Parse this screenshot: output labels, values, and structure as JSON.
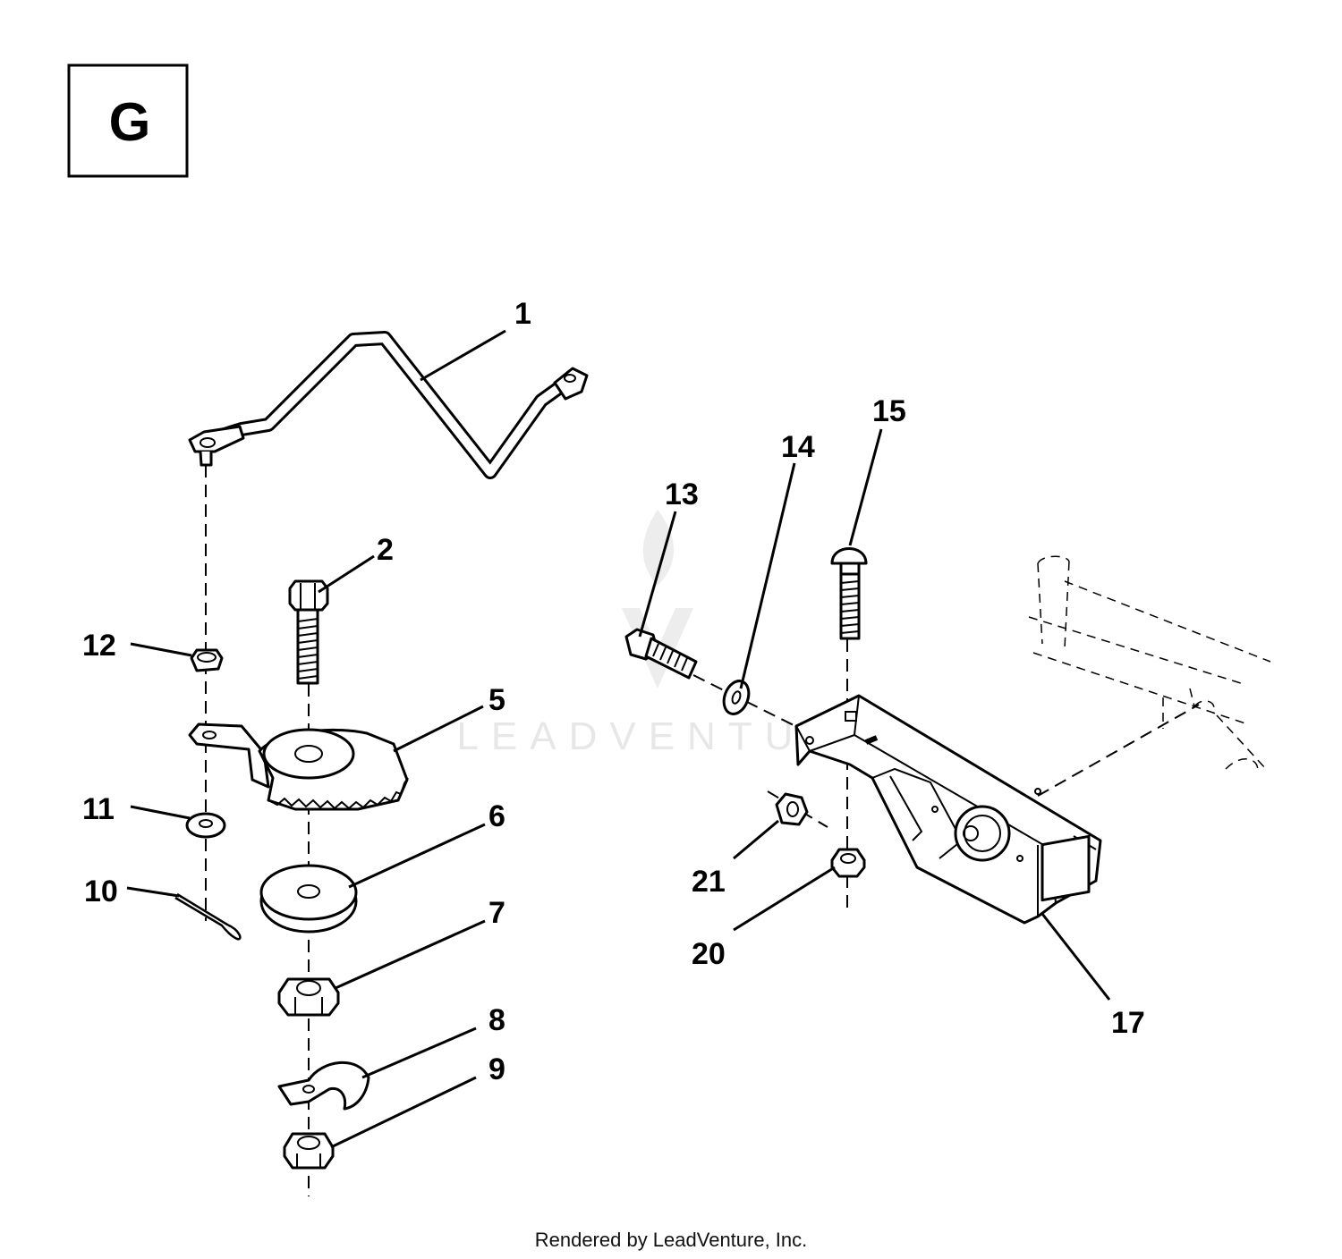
{
  "section": {
    "letter": "G"
  },
  "watermark": {
    "text": "LEADVENTURE"
  },
  "callouts": [
    "1",
    "2",
    "5",
    "6",
    "7",
    "8",
    "9",
    "10",
    "11",
    "12",
    "13",
    "14",
    "15",
    "17",
    "20",
    "21"
  ],
  "footer": {
    "text": "Rendered by LeadVenture, Inc."
  }
}
